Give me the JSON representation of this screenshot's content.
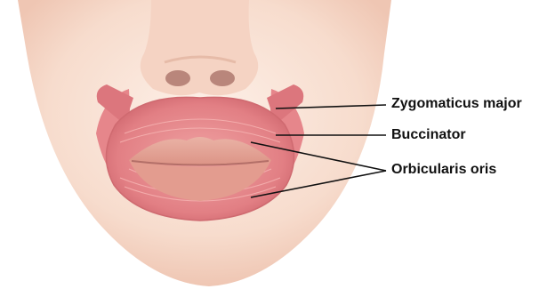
{
  "labels": {
    "zygomaticus_major": "Zygomaticus major",
    "buccinator": "Buccinator",
    "orbicularis_oris": "Orbicularis oris"
  },
  "colors": {
    "skin_light": "#fbe7dd",
    "skin_mid": "#f2cdbd",
    "muscle": "#e7868a",
    "muscle_dark": "#cf5f66",
    "lip": "#e8a79a",
    "leader_line": "#111111"
  }
}
